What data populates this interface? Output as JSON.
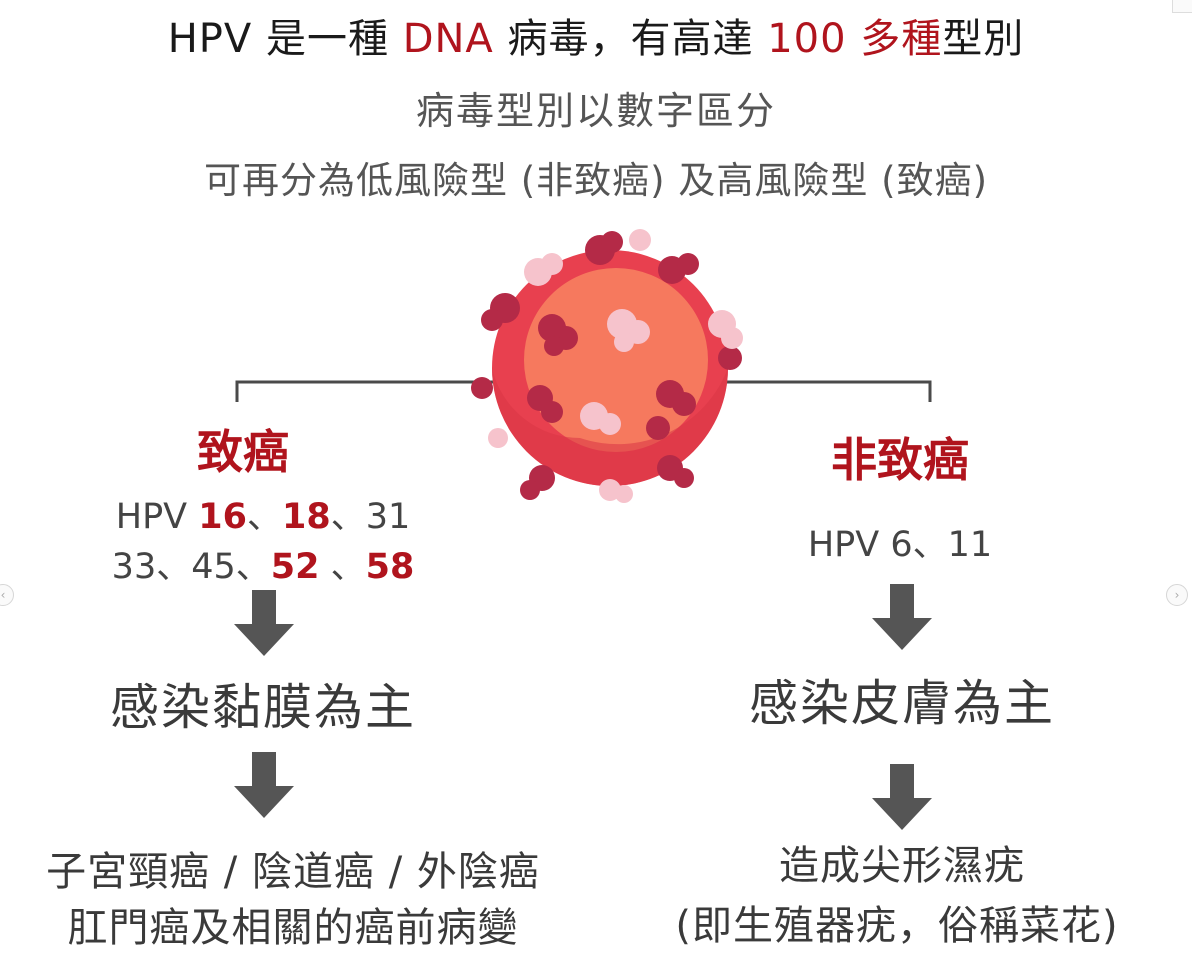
{
  "header": {
    "title_parts": [
      {
        "text": "HPV 是一種 ",
        "color": "dark"
      },
      {
        "text": "DNA",
        "color": "red"
      },
      {
        "text": " 病毒，有高達 ",
        "color": "dark"
      },
      {
        "text": "100 多種",
        "color": "red"
      },
      {
        "text": "型別",
        "color": "dark"
      }
    ],
    "subtitle1": "病毒型別以數字區分",
    "subtitle2": "可再分為低風險型 (非致癌) 及高風險型 (致癌)"
  },
  "colors": {
    "accent_red": "#b0141d",
    "text_dark": "#2e2e2e",
    "virus_body": "#e8404f",
    "virus_core": "#f6795e",
    "arrow": "#555555"
  },
  "left": {
    "heading": "致癌",
    "types_line1": [
      {
        "text": "HPV ",
        "hl": false
      },
      {
        "text": "16",
        "hl": true
      },
      {
        "text": "、",
        "hl": false
      },
      {
        "text": "18",
        "hl": true
      },
      {
        "text": "、31",
        "hl": false
      }
    ],
    "types_line2": [
      {
        "text": "33、45、",
        "hl": false
      },
      {
        "text": "52",
        "hl": true
      },
      {
        "text": " 、",
        "hl": false
      },
      {
        "text": "58",
        "hl": true
      }
    ],
    "infection": "感染黏膜為主",
    "result_line1": "子宮頸癌 / 陰道癌 / 外陰癌",
    "result_line2": "肛門癌及相關的癌前病變"
  },
  "right": {
    "heading": "非致癌",
    "types": "HPV 6、11",
    "infection": "感染皮膚為主",
    "result_line1": "造成尖形濕疣",
    "result_line2": "(即生殖器疣，俗稱菜花)"
  },
  "icons": {
    "virus": "virus-icon",
    "arrow": "down-arrow-icon",
    "prev": "chevron-left-icon",
    "next": "chevron-right-icon",
    "prev_glyph": "‹",
    "next_glyph": "›"
  }
}
